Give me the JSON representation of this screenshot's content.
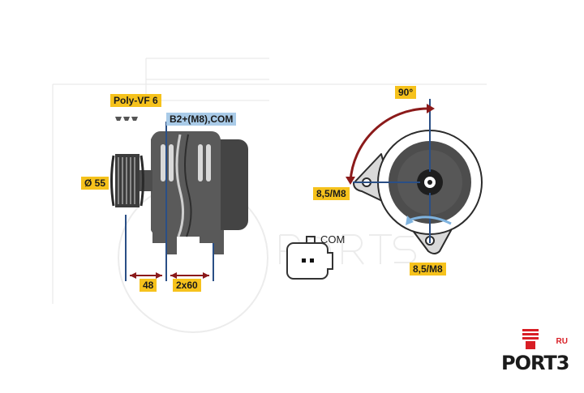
{
  "labels": {
    "belt": "Poly-VF 6",
    "terminal": "B2+(M8),COM",
    "pulley_dia": "Ø 55",
    "dim_48": "48",
    "dim_2x60": "2x60",
    "angle": "90°",
    "mount_left": "8,5/M8",
    "mount_bottom": "8,5/M8",
    "connector": "COM"
  },
  "watermark": {
    "word": "PORT3",
    "ru": "RU"
  },
  "colors": {
    "tag_yellow": "#f6c21c",
    "tag_blue": "#a9cbe8",
    "dimension_line": "#8b1a1a",
    "axis_line": "#2a4f86",
    "rotation_arrow": "#7fb3df",
    "body_dark": "#4a4a4a",
    "brand_red": "#d81e25"
  }
}
